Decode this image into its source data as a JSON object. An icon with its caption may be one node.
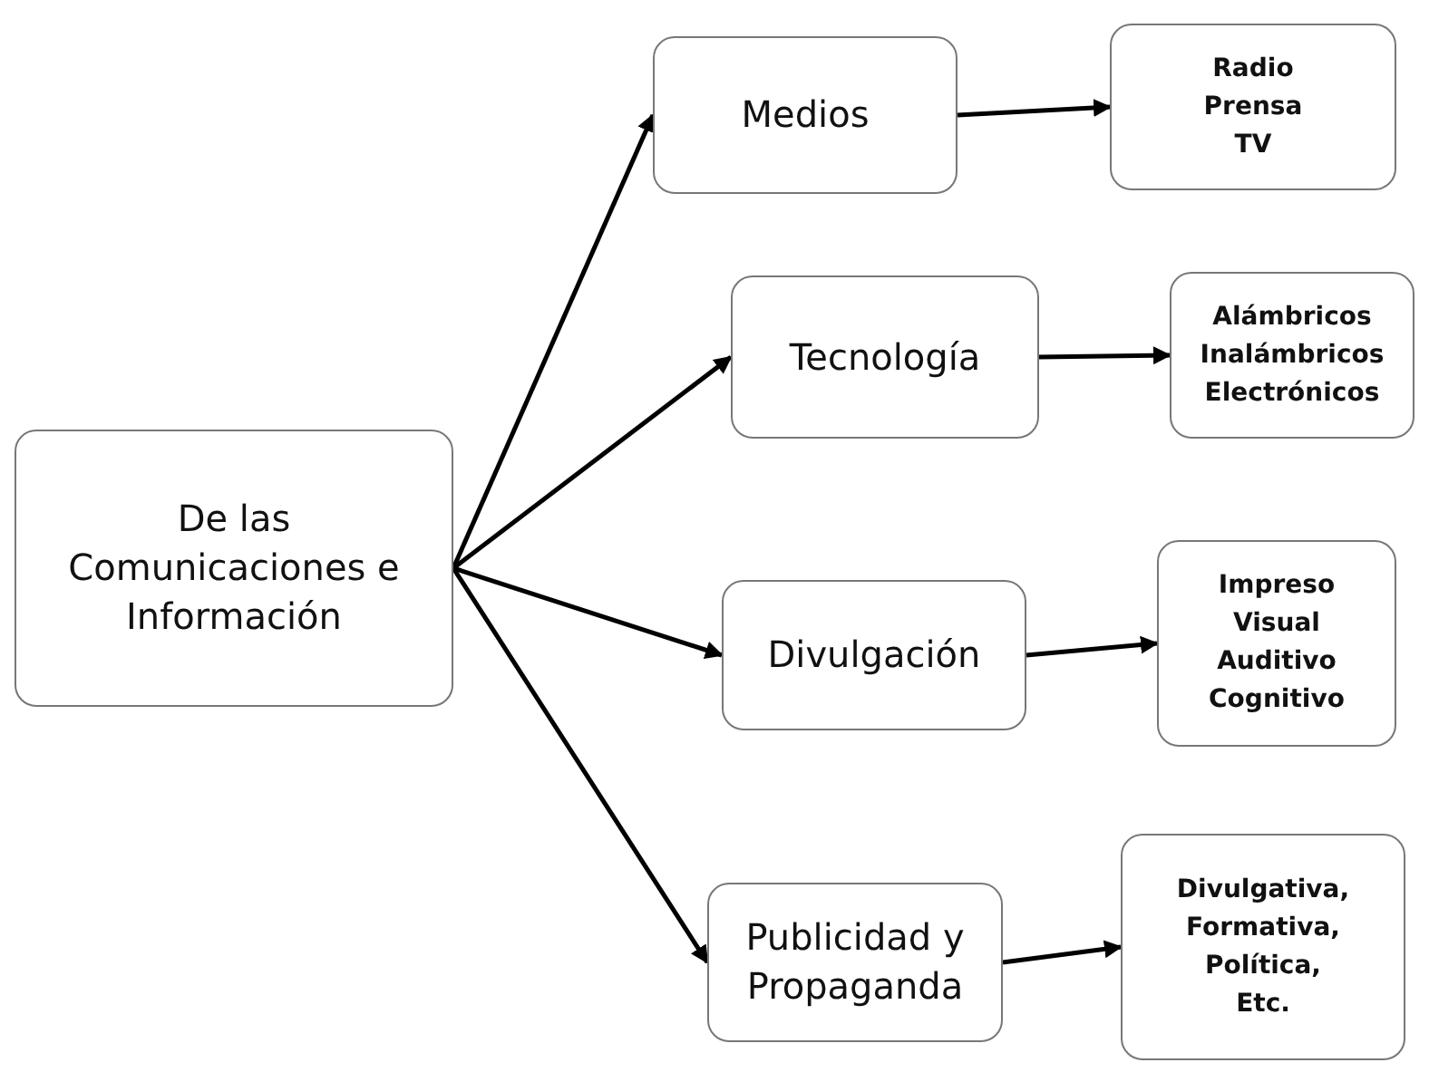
{
  "diagram": {
    "nodes": [
      {
        "text": [
          "De las Comunicaciones e Información"
        ]
      },
      {
        "text": [
          "Medios"
        ]
      },
      {
        "text": [
          "Radio",
          "Prensa",
          "TV"
        ]
      },
      {
        "text": [
          "Tecnología"
        ]
      },
      {
        "text": [
          "Alámbricos",
          "Inalámbricos",
          "Electrónicos"
        ]
      },
      {
        "text": [
          "Divulgación"
        ]
      },
      {
        "text": [
          "Impreso",
          "Visual",
          "Auditivo",
          "Cognitivo"
        ]
      },
      {
        "text": [
          "Publicidad y Propaganda"
        ]
      },
      {
        "text": [
          "Divulgativa,",
          "Formativa,",
          "Política,",
          "Etc."
        ]
      }
    ],
    "edges": [
      {
        "from": 0,
        "to": 1,
        "arrow": "to"
      },
      {
        "from": 0,
        "to": 3,
        "arrow": "to"
      },
      {
        "from": 0,
        "to": 5,
        "arrow": "to"
      },
      {
        "from": 0,
        "to": 7,
        "arrow": "to"
      },
      {
        "from": 1,
        "to": 2,
        "arrow": "to"
      },
      {
        "from": 3,
        "to": 4,
        "arrow": "to"
      },
      {
        "from": 5,
        "to": 6,
        "arrow": "to"
      },
      {
        "from": 7,
        "to": 8,
        "arrow": "to"
      }
    ]
  }
}
